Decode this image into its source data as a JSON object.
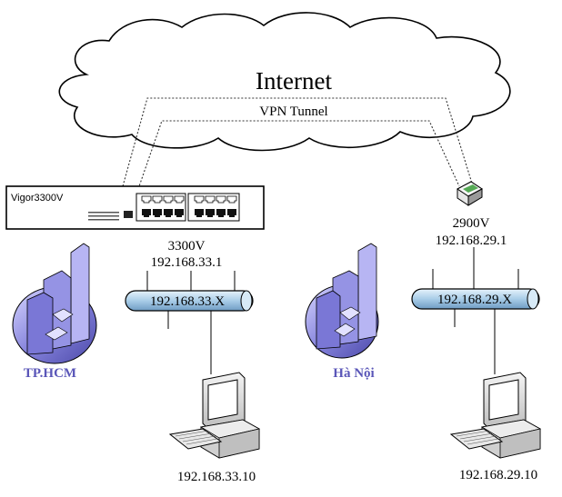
{
  "cloud": {
    "label": "Internet"
  },
  "tunnel": {
    "label": "VPN Tunnel"
  },
  "router_left": {
    "model_text": "Vigor3300V",
    "name": "3300V",
    "ip": "192.168.33.1"
  },
  "router_right": {
    "name": "2900V",
    "ip": "192.168.29.1"
  },
  "lan_left": {
    "label": "192.168.33.X",
    "city": "TP.HCM",
    "pc_ip": "192.168.33.10"
  },
  "lan_right": {
    "label": "192.168.29.X",
    "city": "Hà Nội",
    "pc_ip": "192.168.29.10"
  },
  "colors": {
    "city_label": "#5a56b8",
    "pipe": "#b9d8ee",
    "building": "#7d7ad6"
  },
  "icons": [
    "cloud-icon",
    "router-icon",
    "building-icon",
    "computer-icon",
    "bus-pipe-icon"
  ]
}
